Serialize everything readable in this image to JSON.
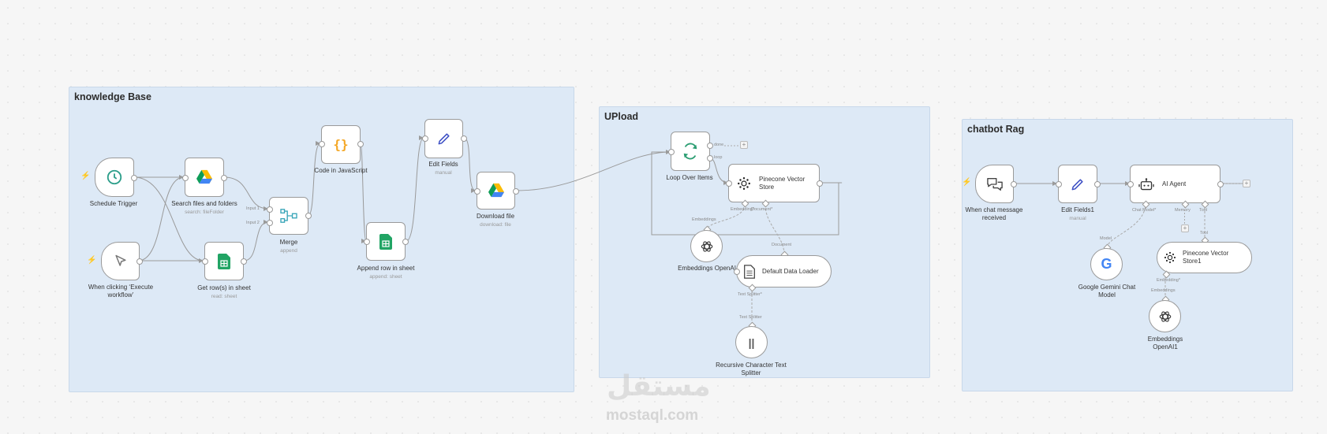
{
  "groups": {
    "knowledge": {
      "title": "knowledge Base"
    },
    "upload": {
      "title": "UPload"
    },
    "chatbot": {
      "title": "chatbot Rag"
    }
  },
  "nodes": {
    "schedule_trigger": {
      "title": "Schedule Trigger",
      "icon": "clock-icon"
    },
    "manual_trigger": {
      "title": "When clicking ‘Execute workflow’",
      "icon": "cursor-icon"
    },
    "search_files": {
      "title": "Search files and folders",
      "subtitle": "search: fileFolder",
      "icon": "google-drive-icon"
    },
    "get_rows": {
      "title": "Get row(s) in sheet",
      "subtitle": "read: sheet",
      "icon": "google-sheets-icon"
    },
    "merge": {
      "title": "Merge",
      "subtitle": "append",
      "input1": "Input 1",
      "input2": "Input 2",
      "icon": "merge-icon"
    },
    "code_js": {
      "title": "Code in JavaScript",
      "icon": "code-braces-icon"
    },
    "append_row": {
      "title": "Append row in sheet",
      "subtitle": "append: sheet",
      "icon": "google-sheets-icon"
    },
    "edit_fields": {
      "title": "Edit Fields",
      "subtitle": "manual",
      "icon": "pencil-icon"
    },
    "download_file": {
      "title": "Download file",
      "subtitle": "download: file",
      "icon": "google-drive-icon"
    },
    "loop_items": {
      "title": "Loop Over Items",
      "done": "done",
      "loop": "loop",
      "icon": "loop-icon"
    },
    "pinecone_store": {
      "title": "Pinecone Vector Store",
      "port_embedding": "Embedding*",
      "port_document": "Document*",
      "icon": "pinecone-icon"
    },
    "embeddings_openai": {
      "title": "Embeddings OpenAI",
      "port": "Embeddings",
      "icon": "openai-icon"
    },
    "default_loader": {
      "title": "Default Data Loader",
      "port_in": "Document",
      "port_splitter": "Text Splitter*",
      "icon": "document-icon"
    },
    "recursive_splitter": {
      "title": "Recursive Character Text Splitter",
      "port": "Text Splitter",
      "icon": "splitter-icon"
    },
    "chat_trigger": {
      "title": "When chat message received",
      "icon": "chat-icon"
    },
    "edit_fields1": {
      "title": "Edit Fields1",
      "subtitle": "manual",
      "icon": "pencil-icon"
    },
    "ai_agent": {
      "title": "AI Agent",
      "port_model": "Chat Model*",
      "port_memory": "Memory",
      "port_tool": "Tool",
      "icon": "robot-icon"
    },
    "gemini_model": {
      "title": "Google Gemini Chat Model",
      "port": "Model",
      "icon": "google-icon"
    },
    "pinecone_store1": {
      "title": "Pinecone Vector Store1",
      "port_tool": "Tool",
      "port_embedding": "Embedding*",
      "icon": "pinecone-icon"
    },
    "embeddings_openai1": {
      "title": "Embeddings OpenAI1",
      "port": "Embeddings",
      "icon": "openai-icon"
    }
  },
  "watermark": {
    "arabic": "مستقل",
    "latin": "mostaql.com"
  },
  "colors": {
    "group_bg": "#dde9f6",
    "trigger_bolt": "#ff6d5a",
    "sheets_green": "#21a464",
    "code_orange": "#f4a623",
    "loop_green": "#2c9e73",
    "pencil_blue": "#3d4fc4"
  }
}
